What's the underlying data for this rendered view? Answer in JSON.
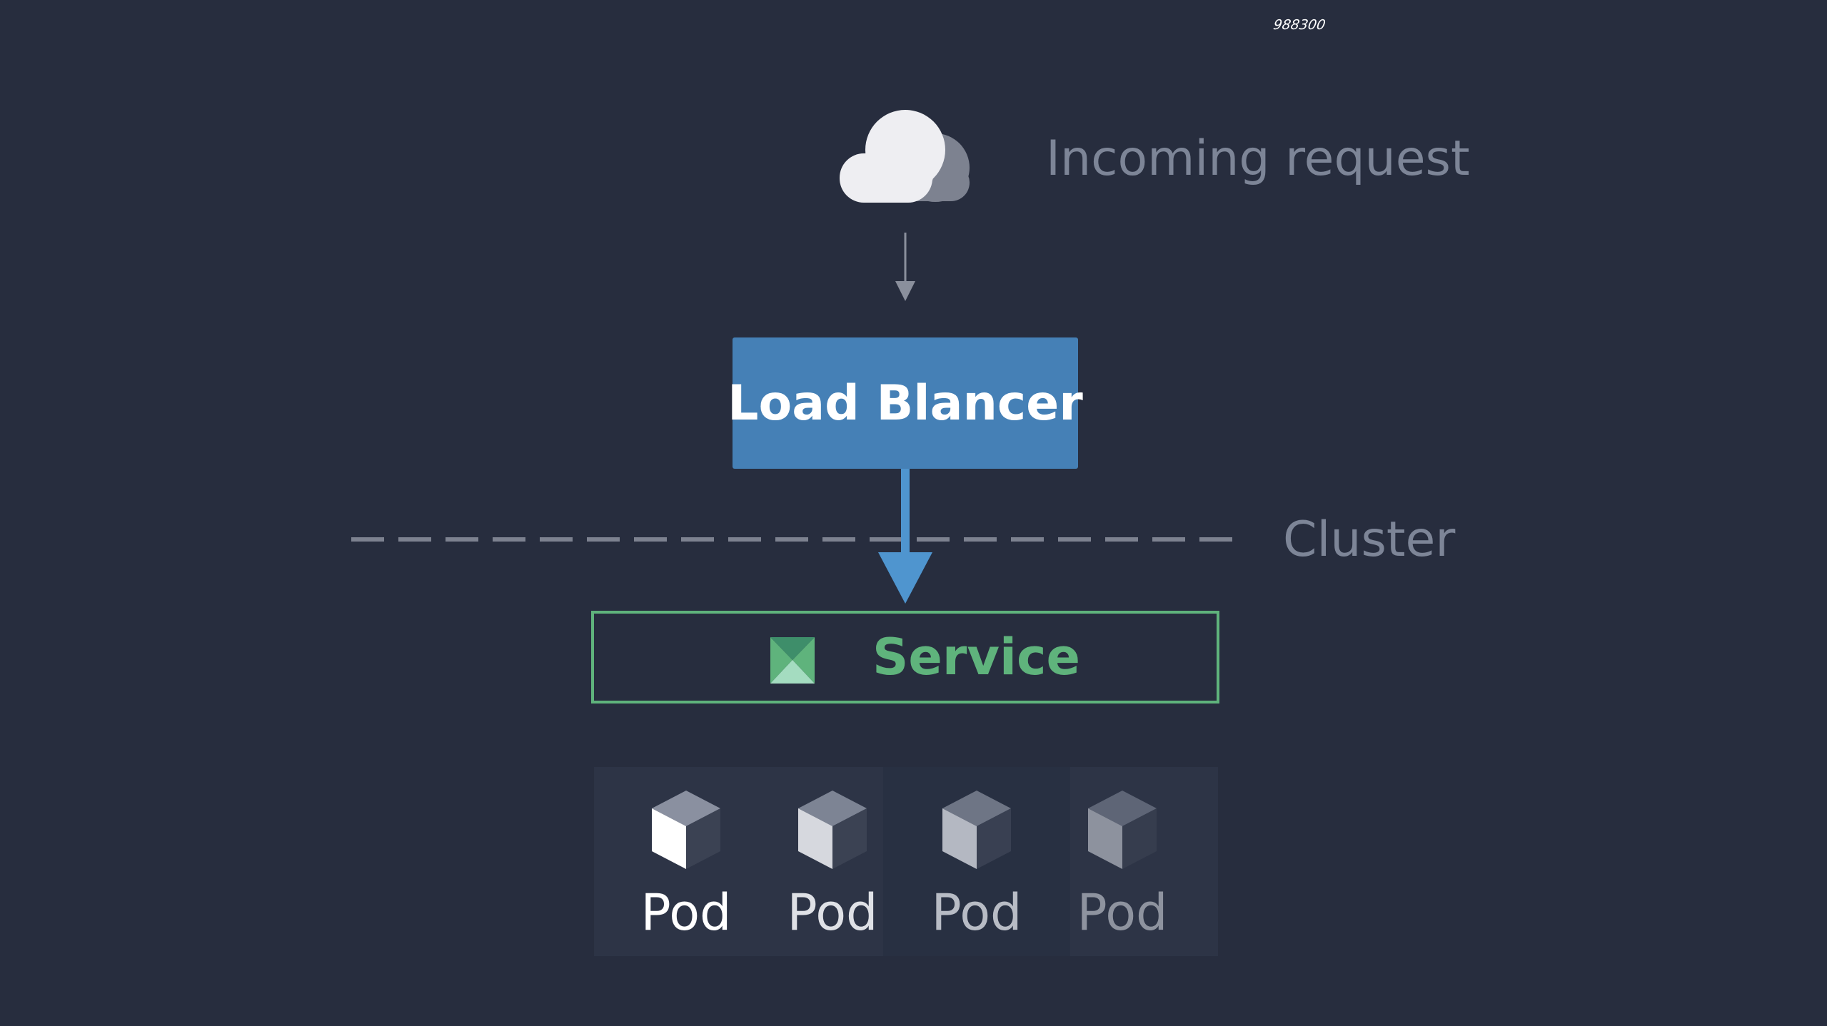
{
  "watermark": "988300",
  "incoming": {
    "label": "Incoming request"
  },
  "load_balancer": {
    "label": "Load Blancer"
  },
  "cluster": {
    "label": "Cluster"
  },
  "service": {
    "label": "Service"
  },
  "pods": [
    {
      "label": "Pod"
    },
    {
      "label": "Pod"
    },
    {
      "label": "Pod"
    },
    {
      "label": "Pod"
    }
  ],
  "colors": {
    "background": "#272d3e",
    "load_balancer": "#4580b6",
    "service": "#5fb37c",
    "muted_text": "#7d8597"
  }
}
